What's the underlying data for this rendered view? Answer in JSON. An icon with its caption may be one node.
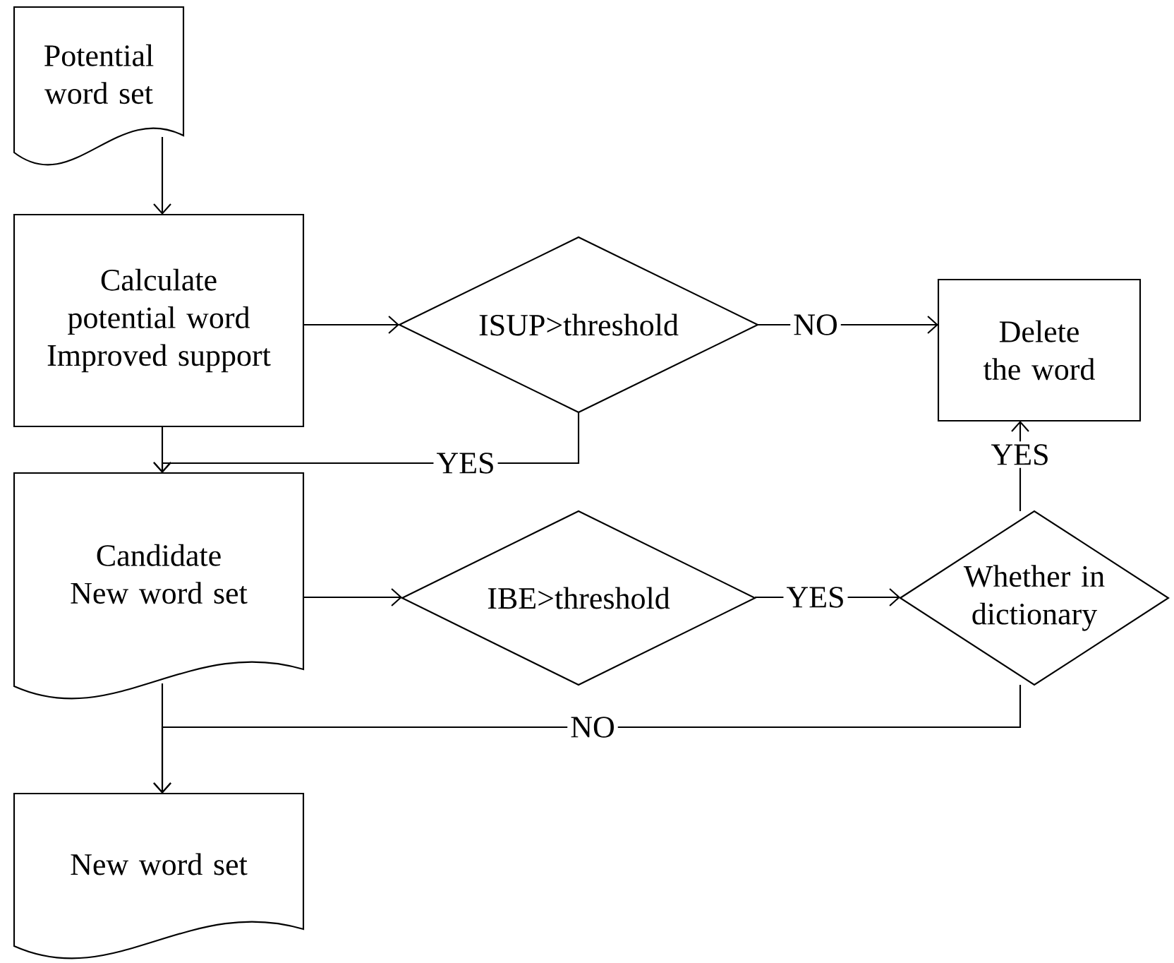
{
  "diagram": {
    "nodes": [
      {
        "text": [
          "Potential word set"
        ]
      },
      {
        "text": [
          "Calculate potential word Improved support"
        ]
      },
      {
        "text": [
          "ISUP>threshold"
        ]
      },
      {
        "text": [
          "Delete the word"
        ]
      },
      {
        "text": [
          "Candidate New word set"
        ]
      },
      {
        "text": [
          "IBE>threshold"
        ]
      },
      {
        "text": [
          "Whether in dictionary"
        ]
      },
      {
        "text": [
          "New word set"
        ]
      }
    ],
    "edges": [
      {
        "from": 0,
        "to": 1,
        "arrow": "to"
      },
      {
        "from": 1,
        "to": 2,
        "arrow": "to"
      },
      {
        "from": 2,
        "to": 3,
        "arrow": "to",
        "label": "NO"
      },
      {
        "from": 2,
        "to": 4,
        "arrow": "to",
        "label": "YES"
      },
      {
        "from": 1,
        "to": 4,
        "arrow": "to"
      },
      {
        "from": 4,
        "to": 5,
        "arrow": "to"
      },
      {
        "from": 5,
        "to": 6,
        "arrow": "to",
        "label": "YES"
      },
      {
        "from": 6,
        "to": 3,
        "arrow": "to",
        "label": "YES"
      },
      {
        "from": 6,
        "to": 7,
        "arrow": "to",
        "label": "NO"
      },
      {
        "from": 4,
        "to": 7,
        "arrow": "to"
      }
    ]
  }
}
